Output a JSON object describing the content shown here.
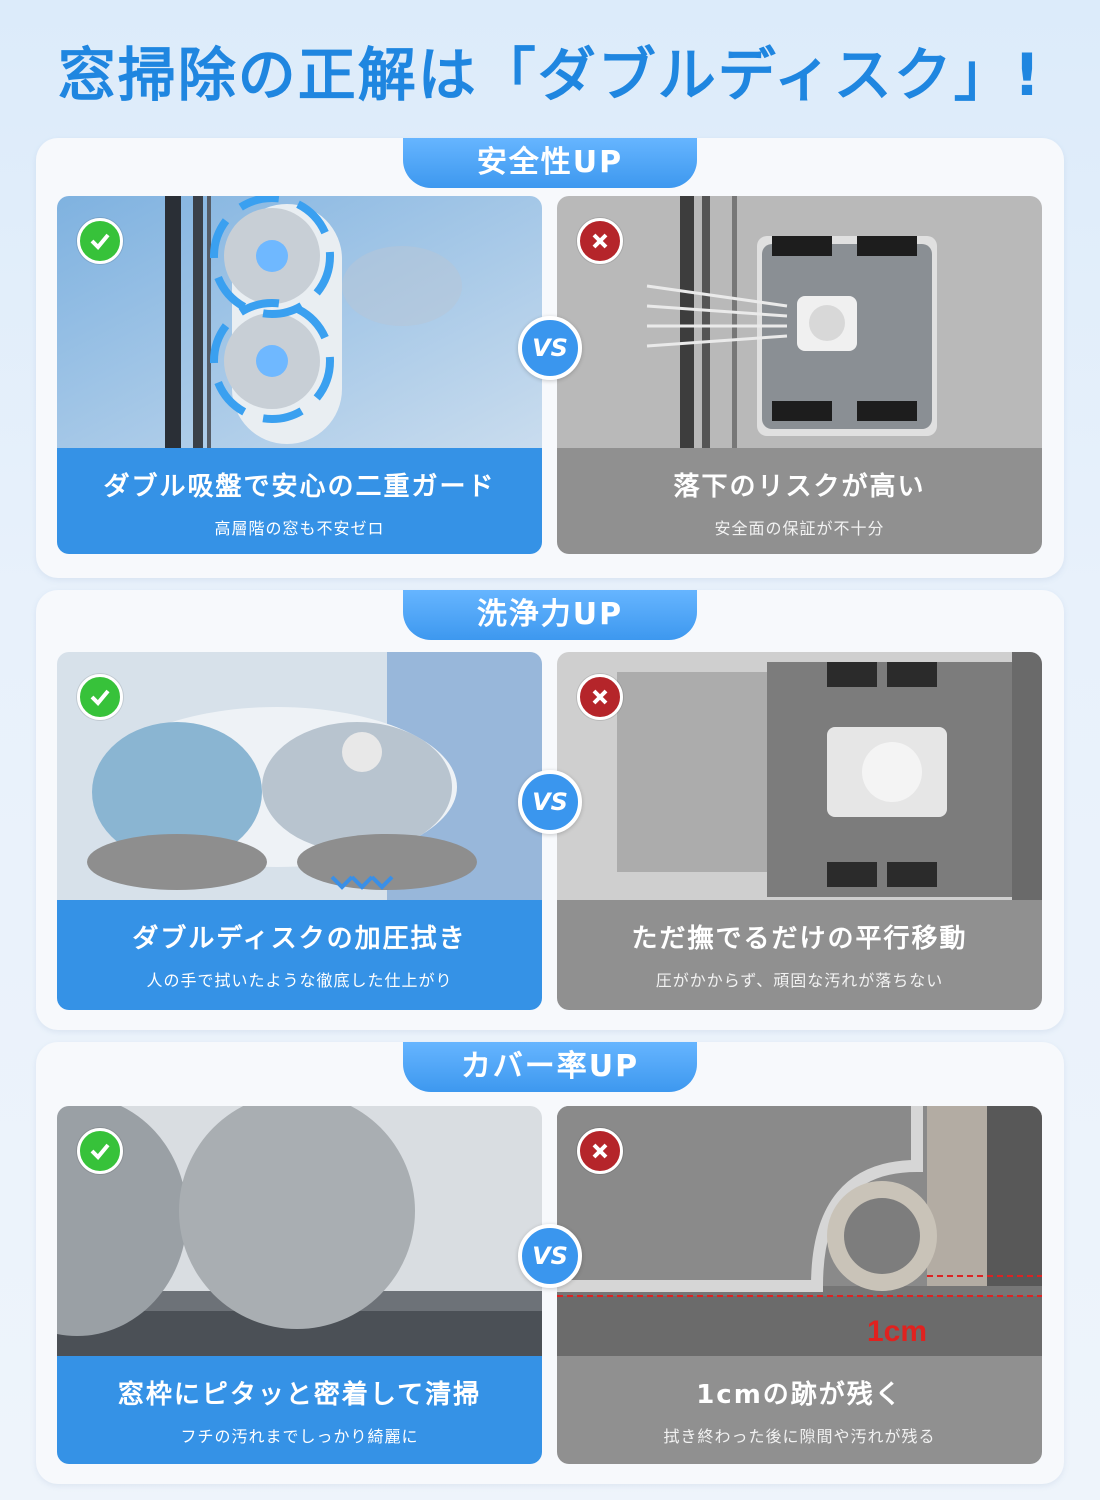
{
  "headline": "窓掃除の正解は「ダブルディスク」!",
  "vs_label": "VS",
  "sections": [
    {
      "title": "安全性UP",
      "good": {
        "main": "ダブル吸盤で安心の二重ガード",
        "sub": "高層階の窓も不安ゼロ"
      },
      "bad": {
        "main": "落下のリスクが高い",
        "sub": "安全面の保証が不十分"
      }
    },
    {
      "title": "洗浄力UP",
      "good": {
        "main": "ダブルディスクの加圧拭き",
        "sub": "人の手で拭いたような徹底した仕上がり"
      },
      "bad": {
        "main": "ただ撫でるだけの平行移動",
        "sub": "圧がかからず、頑固な汚れが落ちない"
      }
    },
    {
      "title": "カバー率UP",
      "good": {
        "main": "窓枠にピタッと密着して清掃",
        "sub": "フチの汚れまでしっかり綺麗に"
      },
      "bad": {
        "main": "1cmの跡が残く",
        "sub": "拭き終わった後に隙間や汚れが残る",
        "measure": "1cm"
      }
    }
  ],
  "colors": {
    "accent": "#3592e6",
    "good_badge": "#37c23a",
    "bad_badge": "#b5252a"
  }
}
